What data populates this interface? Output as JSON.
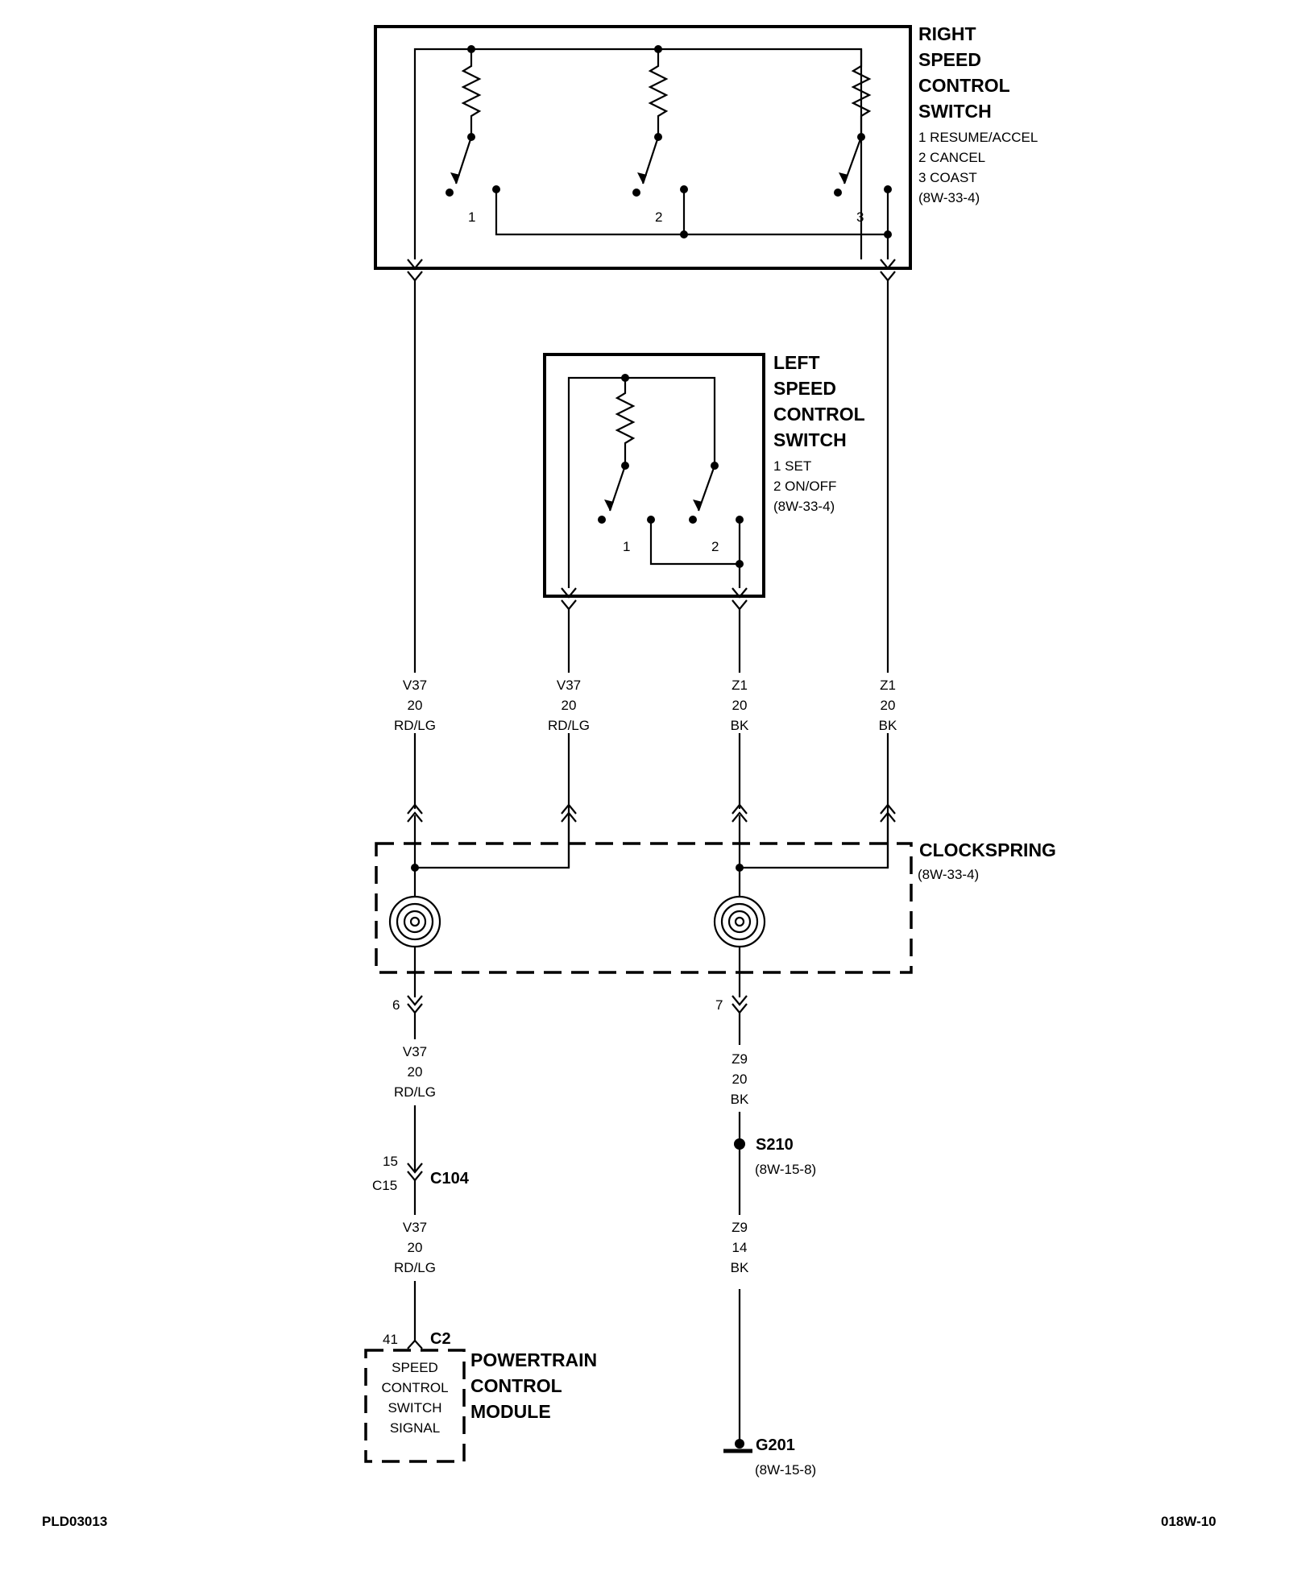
{
  "right_switch": {
    "title": [
      "RIGHT",
      "SPEED",
      "CONTROL",
      "SWITCH"
    ],
    "items": [
      "1 RESUME/ACCEL",
      "2 CANCEL",
      "3 COAST"
    ],
    "ref": "(8W-33-4)",
    "pins": [
      "1",
      "2",
      "3"
    ]
  },
  "left_switch": {
    "title": [
      "LEFT",
      "SPEED",
      "CONTROL",
      "SWITCH"
    ],
    "items": [
      "1 SET",
      "2 ON/OFF"
    ],
    "ref": "(8W-33-4)",
    "pins": [
      "1",
      "2"
    ]
  },
  "wires_upper": [
    {
      "circuit": "V37",
      "gauge": "20",
      "color": "RD/LG"
    },
    {
      "circuit": "V37",
      "gauge": "20",
      "color": "RD/LG"
    },
    {
      "circuit": "Z1",
      "gauge": "20",
      "color": "BK"
    },
    {
      "circuit": "Z1",
      "gauge": "20",
      "color": "BK"
    }
  ],
  "clockspring": {
    "title": "CLOCKSPRING",
    "ref": "(8W-33-4)",
    "pin_left": "6",
    "pin_right": "7"
  },
  "wire_v37_mid": {
    "circuit": "V37",
    "gauge": "20",
    "color": "RD/LG"
  },
  "c104": {
    "name": "C104",
    "pin_top": "15",
    "pin_bottom": "C15"
  },
  "wire_v37_low": {
    "circuit": "V37",
    "gauge": "20",
    "color": "RD/LG"
  },
  "pcm": {
    "connector": "C2",
    "pin": "41",
    "signal": [
      "SPEED",
      "CONTROL",
      "SWITCH",
      "SIGNAL"
    ],
    "title": [
      "POWERTRAIN",
      "CONTROL",
      "MODULE"
    ]
  },
  "wire_z9_upper": {
    "circuit": "Z9",
    "gauge": "20",
    "color": "BK"
  },
  "s210": {
    "name": "S210",
    "ref": "(8W-15-8)"
  },
  "wire_z9_lower": {
    "circuit": "Z9",
    "gauge": "14",
    "color": "BK"
  },
  "g201": {
    "name": "G201",
    "ref": "(8W-15-8)"
  },
  "footer": {
    "left": "PLD03013",
    "right": "018W-10"
  }
}
